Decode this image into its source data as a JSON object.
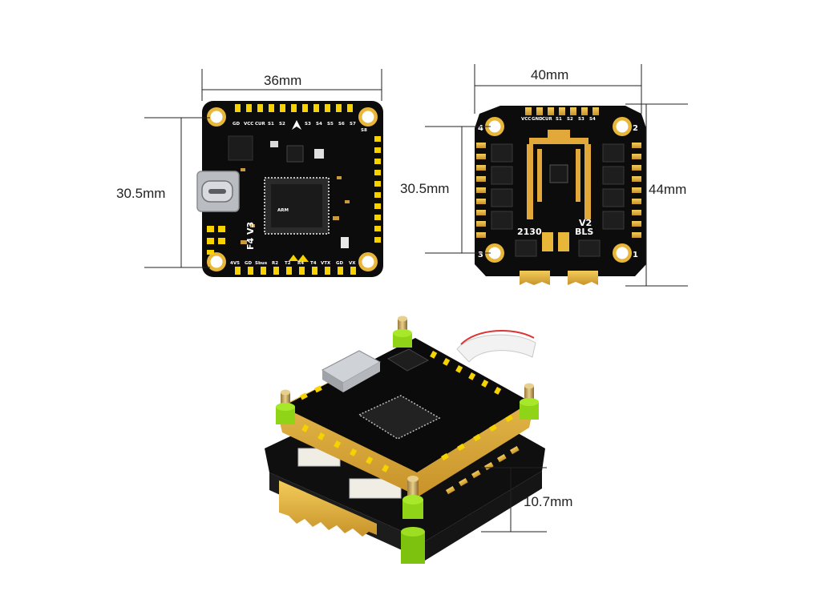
{
  "dimensions": {
    "fc_width": "36mm",
    "fc_mount": "30.5mm",
    "esc_width": "40mm",
    "esc_mount": "30.5mm",
    "esc_height": "44mm",
    "stack_height": "10.7mm"
  },
  "fc_silkscreen": {
    "top_labels": [
      "GD",
      "VCC",
      "CUR",
      "S1",
      "S2",
      "S3",
      "S4",
      "S5",
      "S6",
      "S7",
      "S8"
    ],
    "bottom_labels": [
      "4V5",
      "GD",
      "Sbus",
      "R2",
      "T2",
      "R4",
      "T4",
      "VTX",
      "GD",
      "VX"
    ],
    "board_name": "F4 V3",
    "chip_label": "ARM"
  },
  "esc_silkscreen": {
    "top_labels": [
      "VCC",
      "GND",
      "CUR",
      "S1",
      "S2",
      "S3",
      "S4"
    ],
    "corner_numbers": [
      "4",
      "2",
      "3",
      "1"
    ],
    "model": "2130",
    "version": "V2",
    "type": "BLS"
  },
  "colors": {
    "pcb": "#0c0c0c",
    "gold": "#e8b73a",
    "dim_line": "#222222",
    "grommet_green": "#8fd416"
  }
}
